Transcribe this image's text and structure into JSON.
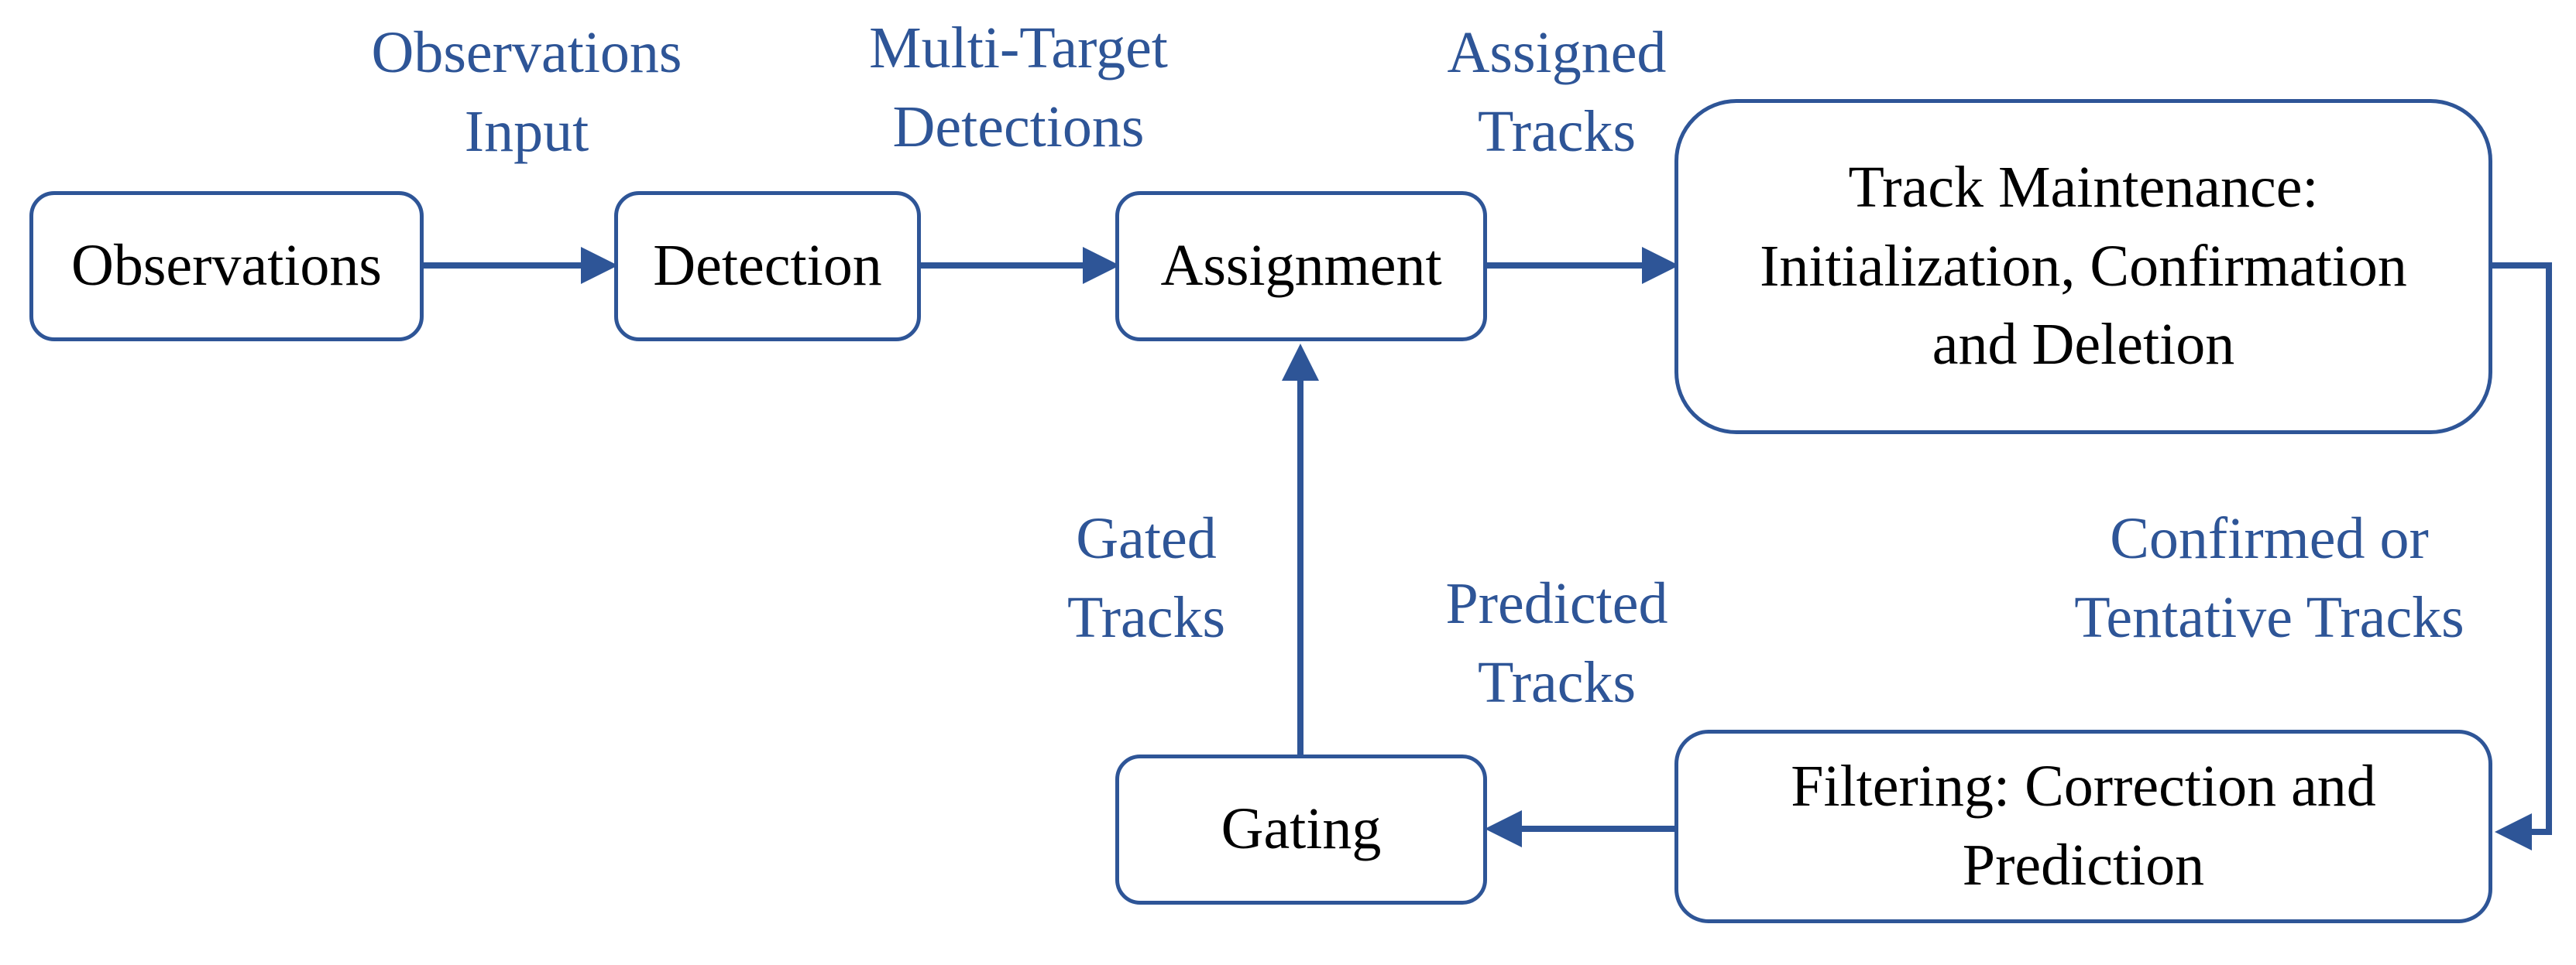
{
  "colors": {
    "accent": "#2E5597",
    "box_text": "#000000",
    "background": "#ffffff"
  },
  "nodes": {
    "observations": "Observations",
    "detection": "Detection",
    "assignment": "Assignment",
    "track_maintenance": [
      "Track Maintenance:",
      "Initialization, Confirmation",
      "and Deletion"
    ],
    "filtering": [
      "Filtering: Correction and",
      "Prediction"
    ],
    "gating": "Gating"
  },
  "edge_labels": {
    "observations_input": [
      "Observations",
      "Input"
    ],
    "multi_target_detections": [
      "Multi-Target",
      "Detections"
    ],
    "assigned_tracks": [
      "Assigned",
      "Tracks"
    ],
    "confirmed_or_tentative_tracks": [
      "Confirmed or",
      "Tentative Tracks"
    ],
    "predicted_tracks": [
      "Predicted",
      "Tracks"
    ],
    "gated_tracks": [
      "Gated",
      "Tracks"
    ]
  }
}
